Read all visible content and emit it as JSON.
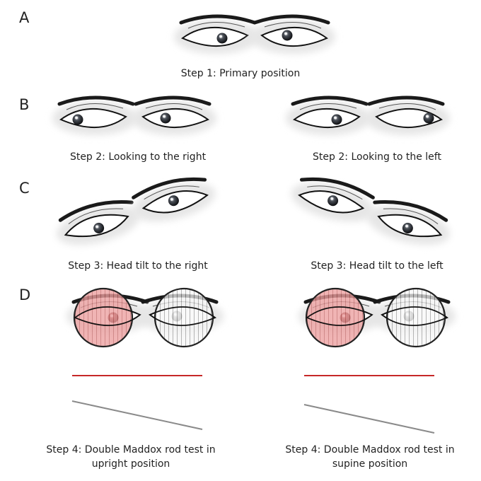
{
  "panels": {
    "a": {
      "letter": "A",
      "caption": "Step 1: Primary  position"
    },
    "b": {
      "letter": "B",
      "caption_left": "Step 2: Looking to the right",
      "caption_right": "Step 2: Looking to the left"
    },
    "c": {
      "letter": "C",
      "caption_left": "Step 3: Head tilt to the right",
      "caption_right": "Step 3: Head tilt to the left"
    },
    "d": {
      "letter": "D",
      "caption_left_line1": "Step 4: Double Maddox rod test in",
      "caption_left_line2": "upright position",
      "caption_right_line1": "Step 4: Double Maddox rod test in",
      "caption_right_line2": "supine position"
    }
  },
  "colors": {
    "red_lens": "#e89a9a",
    "red_line": "#c62828",
    "gray_line": "#8a8a8a",
    "skin_shadow": "#e6e6e6",
    "eyelid_line": "#111111",
    "brow": "#1a1a1a"
  },
  "icons": [
    "eye-pair",
    "maddox-rod-red-lens",
    "maddox-rod-white-lens"
  ]
}
